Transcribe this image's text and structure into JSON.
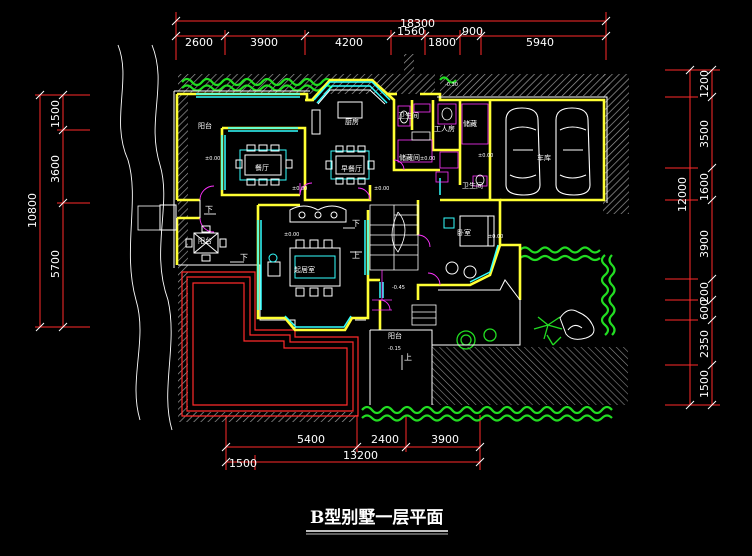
{
  "title": "B型别墅一层平面",
  "dims_top": {
    "total": "18300",
    "d1": "2600",
    "d2": "3900",
    "d3": "4200",
    "d4": "1560",
    "d5": "1800",
    "d6": "900",
    "d7": "5940"
  },
  "dims_left": {
    "total": "10800",
    "d1": "1500",
    "d2": "3600",
    "d3": "5700"
  },
  "dims_right": {
    "total": "12000",
    "d1": "1200",
    "d2": "3500",
    "d3": "1600",
    "d4": "3900",
    "d5": "200",
    "d6": "600",
    "d7": "2350",
    "d8": "1500"
  },
  "dims_bottom": {
    "total": "13200",
    "d1": "5400",
    "d2": "2400",
    "d3": "3900",
    "d4": "1500"
  },
  "rooms": {
    "balcony_nw": "阳台",
    "dining": "餐厅",
    "kitchen": "厨房",
    "kids_dining": "早餐厅",
    "wc_upper": "卫生间",
    "laundry": "工人房",
    "storage": "储藏",
    "pantry": "储藏间",
    "wc_lower": "卫生间",
    "garage": "车库",
    "bedroom": "卧室",
    "living": "起居室",
    "balcony_w": "阳台",
    "terrace": "阳台"
  },
  "levels": {
    "l1": "±0.00",
    "l2": "±0.00",
    "l3": "±0.00",
    "l4": "±0.00",
    "l5": "-0.30",
    "l6": "±0.00",
    "l7": "±0.00",
    "l8": "-0.15",
    "l9": "-0.45",
    "l10": "±0.00"
  },
  "directions": {
    "down1": "下",
    "down2": "下",
    "down3": "下",
    "up1": "上",
    "up2": "上"
  }
}
